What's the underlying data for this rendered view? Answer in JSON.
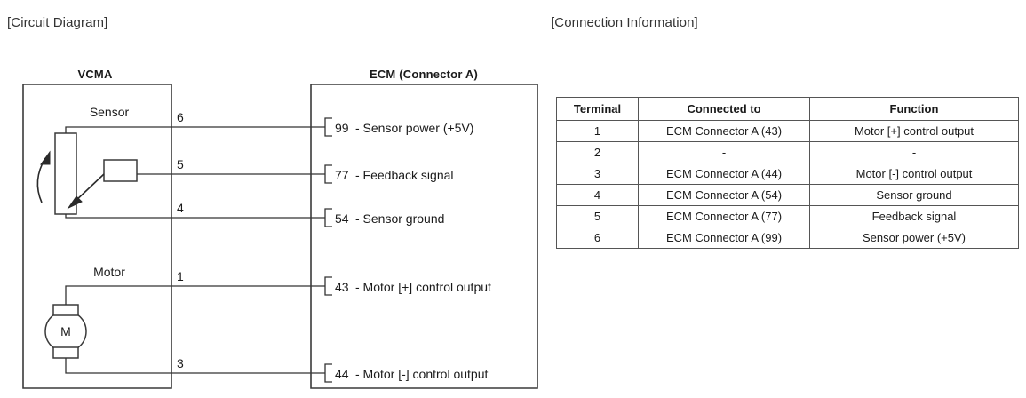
{
  "captions": {
    "circuit": "[Circuit Diagram]",
    "connection": "[Connection Information]"
  },
  "circuit": {
    "left_block": {
      "title": "VCMA",
      "sensor_label": "Sensor",
      "motor_label": "Motor",
      "motor_glyph": "M",
      "terminals": [
        "6",
        "5",
        "4",
        "1",
        "3"
      ]
    },
    "right_block": {
      "title": "ECM (Connector A)",
      "pins": [
        {
          "number": "99",
          "text": "- Sensor power (+5V)"
        },
        {
          "number": "77",
          "text": "- Feedback signal"
        },
        {
          "number": "54",
          "text": "- Sensor ground"
        },
        {
          "number": "43",
          "text": "- Motor [+] control output"
        },
        {
          "number": "44",
          "text": "- Motor [-] control output"
        }
      ]
    }
  },
  "table": {
    "headers": [
      "Terminal",
      "Connected to",
      "Function"
    ],
    "rows": [
      [
        "1",
        "ECM Connector A (43)",
        "Motor [+] control output"
      ],
      [
        "2",
        "-",
        "-"
      ],
      [
        "3",
        "ECM Connector A (44)",
        "Motor [-] control output"
      ],
      [
        "4",
        "ECM Connector A (54)",
        "Sensor ground"
      ],
      [
        "5",
        "ECM Connector A (77)",
        "Feedback signal"
      ],
      [
        "6",
        "ECM Connector A (99)",
        "Sensor power (+5V)"
      ]
    ]
  },
  "colors": {
    "line": "#333333",
    "text": "#1a1a1a",
    "background": "#ffffff"
  }
}
